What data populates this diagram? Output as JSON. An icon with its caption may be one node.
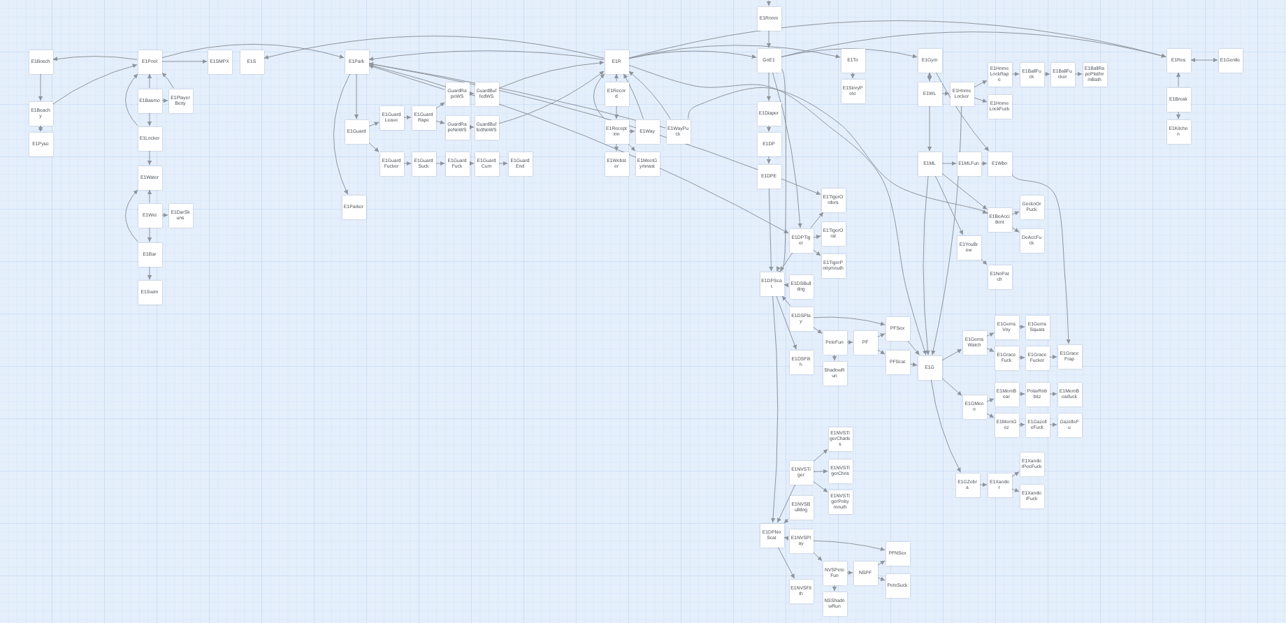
{
  "diagram": {
    "nodes": [
      {
        "text": [
          "E1Room"
        ]
      },
      {
        "text": [
          "E1Bosch"
        ]
      },
      {
        "text": [
          "E1Pool"
        ]
      },
      {
        "text": [
          "E1SMPX"
        ]
      },
      {
        "text": [
          "E1S"
        ]
      },
      {
        "text": [
          "E1Park"
        ]
      },
      {
        "text": [
          "E1R"
        ]
      },
      {
        "text": [
          "GoE1"
        ]
      },
      {
        "text": [
          "E1To"
        ]
      },
      {
        "text": [
          "E1Gym"
        ]
      },
      {
        "text": [
          "E1Res"
        ]
      },
      {
        "text": [
          "E1Gentle"
        ]
      },
      {
        "text": [
          "E1HomeLockRape"
        ]
      },
      {
        "text": [
          "E1BallFuck"
        ]
      },
      {
        "text": [
          "E1BallFucker"
        ]
      },
      {
        "text": [
          "E1BallRapePlatformBath"
        ]
      },
      {
        "text": [
          "E1StoryPete"
        ]
      },
      {
        "text": [
          "E1WL"
        ]
      },
      {
        "text": [
          "E1HomeLocker"
        ]
      },
      {
        "text": [
          "GuardRapeWS"
        ]
      },
      {
        "text": [
          "GuardBuffedWS"
        ]
      },
      {
        "text": [
          "E1Record"
        ]
      },
      {
        "text": [
          "E1Basmo"
        ]
      },
      {
        "text": [
          "E1PlayerBetty"
        ]
      },
      {
        "text": [
          "E1Break"
        ]
      },
      {
        "text": [
          "E1HomeLockFuck"
        ]
      },
      {
        "text": [
          "E1Beachy"
        ]
      },
      {
        "text": [
          "E1Diaper"
        ]
      },
      {
        "text": [
          "E1GuardLeave"
        ]
      },
      {
        "text": [
          "E1GuardRape"
        ]
      },
      {
        "text": [
          "GuardRapeNoWS"
        ]
      },
      {
        "text": [
          "GuardBuffedNoWS"
        ]
      },
      {
        "text": [
          "E1Guard"
        ]
      },
      {
        "text": [
          "E1Reception"
        ]
      },
      {
        "text": [
          "E1Way"
        ]
      },
      {
        "text": [
          "E1WayPuck"
        ]
      },
      {
        "text": [
          "E1Kitchen"
        ]
      },
      {
        "text": [
          "E1Locker"
        ]
      },
      {
        "text": [
          "E1Pyse"
        ]
      },
      {
        "text": [
          "E1DP"
        ]
      },
      {
        "text": [
          "E1GuardFucker"
        ]
      },
      {
        "text": [
          "E1GuardSuck"
        ]
      },
      {
        "text": [
          "E1GuardFuck"
        ]
      },
      {
        "text": [
          "E1GuardCum"
        ]
      },
      {
        "text": [
          "E1GuardEnd"
        ]
      },
      {
        "text": [
          "E1Webster"
        ]
      },
      {
        "text": [
          "E1MeetGymnast"
        ]
      },
      {
        "text": [
          "E1ML"
        ]
      },
      {
        "text": [
          "E1MLFun"
        ]
      },
      {
        "text": [
          "E1Wbo"
        ]
      },
      {
        "text": [
          "E1DPE"
        ]
      },
      {
        "text": [
          "E1Water"
        ]
      },
      {
        "text": [
          "E1TigerOrders"
        ]
      },
      {
        "text": [
          "E1Parker"
        ]
      },
      {
        "text": [
          "GeckoOrPuck"
        ]
      },
      {
        "text": [
          "E1Wet"
        ]
      },
      {
        "text": [
          "E1DarSkuns"
        ]
      },
      {
        "text": [
          "E1BeAccident"
        ]
      },
      {
        "text": [
          "E1TigerOral"
        ]
      },
      {
        "text": [
          "E1DPTiger"
        ]
      },
      {
        "text": [
          "DeAccFuck"
        ]
      },
      {
        "text": [
          "E1YouBrew"
        ]
      },
      {
        "text": [
          "E1Bar"
        ]
      },
      {
        "text": [
          "E1TigerPottymouth"
        ]
      },
      {
        "text": [
          "E1NoPatch"
        ]
      },
      {
        "text": [
          "E1DPScat"
        ]
      },
      {
        "text": [
          "E1DSBulldog"
        ]
      },
      {
        "text": [
          "E1Swim"
        ]
      },
      {
        "text": [
          "E1DSPlay"
        ]
      },
      {
        "text": [
          "PFSex"
        ]
      },
      {
        "text": [
          "E1GemsVoy"
        ]
      },
      {
        "text": [
          "E1GemsSquats"
        ]
      },
      {
        "text": [
          "PeteFun"
        ]
      },
      {
        "text": [
          "PF"
        ]
      },
      {
        "text": [
          "E1GemsWatch"
        ]
      },
      {
        "text": [
          "E1GraceFuck"
        ]
      },
      {
        "text": [
          "E1GraceFucker"
        ]
      },
      {
        "text": [
          "E1GraceFrap"
        ]
      },
      {
        "text": [
          "E1DSFilth"
        ]
      },
      {
        "text": [
          "PFScat"
        ]
      },
      {
        "text": [
          "E1G"
        ]
      },
      {
        "text": [
          "ShadowRun"
        ]
      },
      {
        "text": [
          "E1MeroBear"
        ]
      },
      {
        "text": [
          "PolarRobbitz"
        ]
      },
      {
        "text": [
          "E1MeroBeatfuck"
        ]
      },
      {
        "text": [
          "E1GMeno"
        ]
      },
      {
        "text": [
          "E1MeroGez"
        ]
      },
      {
        "text": [
          "E1GazelleFuck"
        ]
      },
      {
        "text": [
          "GazelleFu"
        ]
      },
      {
        "text": [
          "E1NVSTigerCharles"
        ]
      },
      {
        "text": [
          "E1XanderPeeFuck"
        ]
      },
      {
        "text": [
          "E1NVSTiger"
        ]
      },
      {
        "text": [
          "E1NVSTigerChris"
        ]
      },
      {
        "text": [
          "E1GZebra"
        ]
      },
      {
        "text": [
          "E1Xander"
        ]
      },
      {
        "text": [
          "E1XanderFuck"
        ]
      },
      {
        "text": [
          "E1NVSTigerPottymouth"
        ]
      },
      {
        "text": [
          "E1NVSBulldog"
        ]
      },
      {
        "text": [
          "E1DPNoScat"
        ]
      },
      {
        "text": [
          "E1NVSPlay"
        ]
      },
      {
        "text": [
          "PFNSex"
        ]
      },
      {
        "text": [
          "NVSPeteFun"
        ]
      },
      {
        "text": [
          "NSPF"
        ]
      },
      {
        "text": [
          "PeteSuck"
        ]
      },
      {
        "text": [
          "E1NVSFilth"
        ]
      },
      {
        "text": [
          "NSShadowRun"
        ]
      }
    ],
    "edges": [
      {
        "from": null,
        "to": 0,
        "arrow": "to"
      },
      {
        "from": 2,
        "to": 1,
        "arrow": "to"
      },
      {
        "from": 1,
        "to": 26,
        "arrow": "to"
      },
      {
        "from": 26,
        "to": 2,
        "arrow": "to"
      },
      {
        "from": 26,
        "to": 38,
        "arrow": "both"
      },
      {
        "from": 2,
        "to": 3,
        "arrow": "to"
      },
      {
        "from": 22,
        "to": 2,
        "arrow": "to"
      },
      {
        "from": 37,
        "to": 2,
        "arrow": "to"
      },
      {
        "from": 22,
        "to": 23,
        "arrow": "to"
      },
      {
        "from": 23,
        "to": 2,
        "arrow": "to"
      },
      {
        "from": 22,
        "to": 37,
        "arrow": "to"
      },
      {
        "from": 37,
        "to": 51,
        "arrow": "to"
      },
      {
        "from": 55,
        "to": 51,
        "arrow": "to"
      },
      {
        "from": 62,
        "to": 51,
        "arrow": "to"
      },
      {
        "from": 55,
        "to": 56,
        "arrow": "to"
      },
      {
        "from": 55,
        "to": 62,
        "arrow": "to"
      },
      {
        "from": 62,
        "to": 67,
        "arrow": "to"
      },
      {
        "from": 2,
        "to": 5,
        "arrow": "to"
      },
      {
        "from": 6,
        "to": 4,
        "arrow": "to"
      },
      {
        "from": 5,
        "to": 32,
        "arrow": "to"
      },
      {
        "from": 5,
        "to": 53,
        "arrow": "to"
      },
      {
        "from": 32,
        "to": 28,
        "arrow": "to"
      },
      {
        "from": 32,
        "to": 40,
        "arrow": "to"
      },
      {
        "from": 28,
        "to": 29,
        "arrow": "to"
      },
      {
        "from": 29,
        "to": 19,
        "arrow": "to"
      },
      {
        "from": 29,
        "to": 30,
        "arrow": "to"
      },
      {
        "from": 19,
        "to": 20,
        "arrow": "to"
      },
      {
        "from": 30,
        "to": 31,
        "arrow": "to"
      },
      {
        "from": 40,
        "to": 41,
        "arrow": "to"
      },
      {
        "from": 41,
        "to": 42,
        "arrow": "to"
      },
      {
        "from": 42,
        "to": 43,
        "arrow": "to"
      },
      {
        "from": 43,
        "to": 44,
        "arrow": "to"
      },
      {
        "from": 20,
        "to": 6,
        "arrow": "to"
      },
      {
        "from": 31,
        "to": 6,
        "arrow": "to"
      },
      {
        "from": 6,
        "to": 5,
        "arrow": "to"
      },
      {
        "from": 19,
        "to": 5,
        "arrow": "to"
      },
      {
        "from": 35,
        "to": 5,
        "arrow": "to"
      },
      {
        "from": 5,
        "to": 59,
        "arrow": "to"
      },
      {
        "from": 5,
        "to": 52,
        "arrow": "to"
      },
      {
        "from": 21,
        "to": 6,
        "arrow": "to"
      },
      {
        "from": 33,
        "to": 6,
        "arrow": "to"
      },
      {
        "from": 21,
        "to": 33,
        "arrow": "to"
      },
      {
        "from": 33,
        "to": 34,
        "arrow": "to"
      },
      {
        "from": 33,
        "to": 45,
        "arrow": "to"
      },
      {
        "from": 33,
        "to": 46,
        "arrow": "to"
      },
      {
        "from": 34,
        "to": 6,
        "arrow": "to"
      },
      {
        "from": 35,
        "to": 6,
        "arrow": "to"
      },
      {
        "from": 6,
        "to": 7,
        "arrow": "to"
      },
      {
        "from": 6,
        "to": 8,
        "arrow": "to"
      },
      {
        "from": 0,
        "to": 7,
        "arrow": "to"
      },
      {
        "from": 8,
        "to": 16,
        "arrow": "to"
      },
      {
        "from": 7,
        "to": 9,
        "arrow": "to"
      },
      {
        "from": 7,
        "to": 10,
        "arrow": "to"
      },
      {
        "from": 6,
        "to": 10,
        "arrow": "to"
      },
      {
        "from": 7,
        "to": 27,
        "arrow": "to"
      },
      {
        "from": 27,
        "to": 39,
        "arrow": "to"
      },
      {
        "from": 39,
        "to": 50,
        "arrow": "to"
      },
      {
        "from": 50,
        "to": 65,
        "arrow": "to"
      },
      {
        "from": 7,
        "to": 65,
        "arrow": "to"
      },
      {
        "from": 7,
        "to": 59,
        "arrow": "to"
      },
      {
        "from": 59,
        "to": 52,
        "arrow": "to"
      },
      {
        "from": 59,
        "to": 58,
        "arrow": "to"
      },
      {
        "from": 59,
        "to": 63,
        "arrow": "to"
      },
      {
        "from": 59,
        "to": 65,
        "arrow": "to"
      },
      {
        "from": 66,
        "to": 65,
        "arrow": "to"
      },
      {
        "from": 68,
        "to": 65,
        "arrow": "to"
      },
      {
        "from": 65,
        "to": 78,
        "arrow": "to"
      },
      {
        "from": 68,
        "to": 72,
        "arrow": "to"
      },
      {
        "from": 72,
        "to": 81,
        "arrow": "to"
      },
      {
        "from": 72,
        "to": 73,
        "arrow": "to"
      },
      {
        "from": 73,
        "to": 69,
        "arrow": "to"
      },
      {
        "from": 73,
        "to": 79,
        "arrow": "to"
      },
      {
        "from": 69,
        "to": 80,
        "arrow": "to"
      },
      {
        "from": 79,
        "to": 80,
        "arrow": "to"
      },
      {
        "from": 68,
        "to": 69,
        "arrow": "to"
      },
      {
        "from": 80,
        "to": 74,
        "arrow": "to"
      },
      {
        "from": 80,
        "to": 85,
        "arrow": "to"
      },
      {
        "from": 80,
        "to": 93,
        "arrow": "to"
      },
      {
        "from": 74,
        "to": 70,
        "arrow": "to"
      },
      {
        "from": 74,
        "to": 75,
        "arrow": "to"
      },
      {
        "from": 70,
        "to": 71,
        "arrow": "to"
      },
      {
        "from": 75,
        "to": 76,
        "arrow": "to"
      },
      {
        "from": 76,
        "to": 77,
        "arrow": "to"
      },
      {
        "from": 85,
        "to": 82,
        "arrow": "to"
      },
      {
        "from": 85,
        "to": 86,
        "arrow": "to"
      },
      {
        "from": 82,
        "to": 83,
        "arrow": "to"
      },
      {
        "from": 83,
        "to": 84,
        "arrow": "to"
      },
      {
        "from": 86,
        "to": 87,
        "arrow": "to"
      },
      {
        "from": 87,
        "to": 88,
        "arrow": "to"
      },
      {
        "from": 93,
        "to": 94,
        "arrow": "to"
      },
      {
        "from": 94,
        "to": 90,
        "arrow": "to"
      },
      {
        "from": 94,
        "to": 95,
        "arrow": "to"
      },
      {
        "from": 65,
        "to": 98,
        "arrow": "to"
      },
      {
        "from": 91,
        "to": 89,
        "arrow": "to"
      },
      {
        "from": 91,
        "to": 92,
        "arrow": "to"
      },
      {
        "from": 91,
        "to": 96,
        "arrow": "to"
      },
      {
        "from": 91,
        "to": 98,
        "arrow": "to"
      },
      {
        "from": 97,
        "to": 98,
        "arrow": "to"
      },
      {
        "from": 99,
        "to": 98,
        "arrow": "to"
      },
      {
        "from": 98,
        "to": 104,
        "arrow": "to"
      },
      {
        "from": 99,
        "to": 101,
        "arrow": "to"
      },
      {
        "from": 101,
        "to": 102,
        "arrow": "to"
      },
      {
        "from": 101,
        "to": 105,
        "arrow": "to"
      },
      {
        "from": 102,
        "to": 100,
        "arrow": "to"
      },
      {
        "from": 102,
        "to": 103,
        "arrow": "to"
      },
      {
        "from": 99,
        "to": 100,
        "arrow": "to"
      },
      {
        "from": 9,
        "to": 17,
        "arrow": "both"
      },
      {
        "from": 17,
        "to": 18,
        "arrow": "to"
      },
      {
        "from": 18,
        "to": 12,
        "arrow": "to"
      },
      {
        "from": 18,
        "to": 25,
        "arrow": "to"
      },
      {
        "from": 12,
        "to": 13,
        "arrow": "to"
      },
      {
        "from": 13,
        "to": 14,
        "arrow": "to"
      },
      {
        "from": 14,
        "to": 15,
        "arrow": "to"
      },
      {
        "from": 17,
        "to": 47,
        "arrow": "to"
      },
      {
        "from": 47,
        "to": 48,
        "arrow": "to"
      },
      {
        "from": 48,
        "to": 49,
        "arrow": "to"
      },
      {
        "from": 57,
        "to": 54,
        "arrow": "to"
      },
      {
        "from": 57,
        "to": 60,
        "arrow": "to"
      },
      {
        "from": 61,
        "to": 64,
        "arrow": "to"
      },
      {
        "from": 47,
        "to": 61,
        "arrow": "to"
      },
      {
        "from": 47,
        "to": 57,
        "arrow": "to"
      },
      {
        "from": 10,
        "to": 11,
        "arrow": "both"
      },
      {
        "from": 24,
        "to": 10,
        "arrow": "to"
      },
      {
        "from": 24,
        "to": 36,
        "arrow": "to"
      },
      {
        "from": 47,
        "to": 80,
        "arrow": "to"
      },
      {
        "from": 18,
        "to": 80,
        "arrow": "to"
      },
      {
        "from": 49,
        "to": 77,
        "arrow": "to"
      },
      {
        "from": 6,
        "to": 80,
        "arrow": "to"
      },
      {
        "from": 35,
        "to": 57,
        "arrow": "to"
      },
      {
        "from": 9,
        "to": 49,
        "arrow": "to"
      }
    ]
  }
}
